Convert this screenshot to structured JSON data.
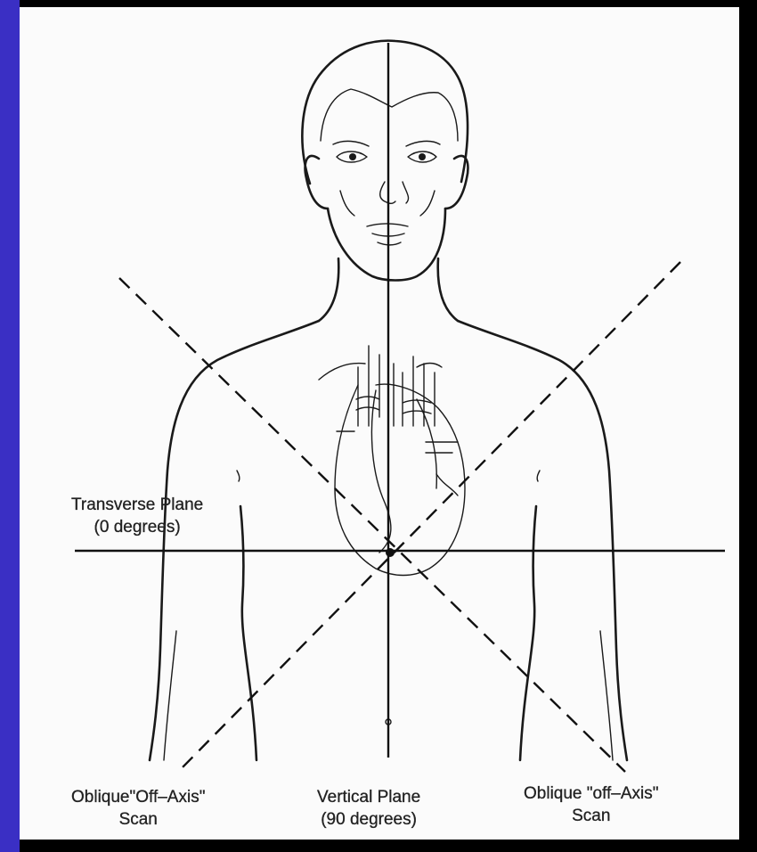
{
  "colors": {
    "accent_bar": "#3a2fc4",
    "background": "#000000",
    "canvas": "#fbfbfb",
    "ink": "#1a1a1a"
  },
  "labels": {
    "transverse": {
      "line1": "Transverse Plane",
      "line2": "(0 degrees)"
    },
    "oblique_left": {
      "line1": "Oblique\"Off–Axis\"",
      "line2": "Scan"
    },
    "vertical": {
      "line1": "Vertical Plane",
      "line2": "(90 degrees)"
    },
    "oblique_right": {
      "line1": "Oblique \"off–Axis\"",
      "line2": "Scan"
    }
  },
  "icons": [
    "human-torso-outline",
    "heart-illustration"
  ]
}
